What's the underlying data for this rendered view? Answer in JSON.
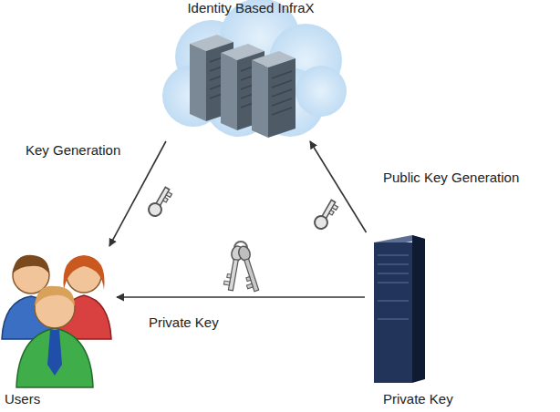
{
  "diagram": {
    "nodes": [
      {
        "text": [
          "Identity Based InfraX"
        ]
      },
      {
        "text": [
          "Users"
        ]
      },
      {
        "text": [
          "Private Key"
        ]
      }
    ],
    "edges": [
      {
        "from": 0,
        "to": 1,
        "arrow": "to",
        "label": "Key Generation"
      },
      {
        "from": 2,
        "to": 0,
        "arrow": "to",
        "label": "Public Key Generation"
      },
      {
        "from": 2,
        "to": 1,
        "arrow": "to",
        "label": "Private Key"
      }
    ]
  }
}
